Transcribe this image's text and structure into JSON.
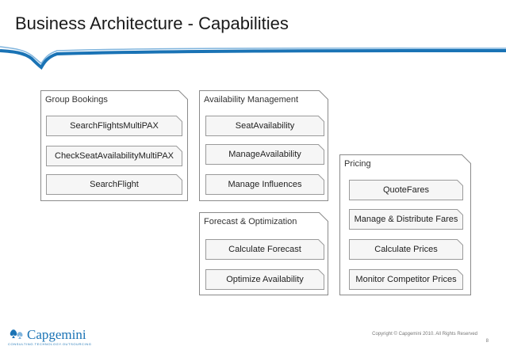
{
  "header": {
    "title": "Business Architecture - Capabilities"
  },
  "groups": [
    {
      "label": "Group Bookings",
      "caps": [
        "SearchFlightsMultiPAX",
        "CheckSeatAvailabilityMultiPAX",
        "SearchFlight"
      ]
    },
    {
      "label": "Availability Management",
      "caps": [
        "SeatAvailability",
        "ManageAvailability",
        "Manage Influences"
      ]
    },
    {
      "label": "Forecast & Optimization",
      "caps": [
        "Calculate Forecast",
        "Optimize Availability"
      ]
    },
    {
      "label": "Pricing",
      "caps": [
        "QuoteFares",
        "Manage & Distribute Fares",
        "Calculate Prices",
        "Monitor Competitor Prices"
      ]
    }
  ],
  "footer": {
    "brand": "Capgemini",
    "tagline": "CONSULTING.TECHNOLOGY.OUTSOURCING",
    "copyright": "Copyright © Capgemini 2010. All Rights Reserved",
    "page_number": "8"
  },
  "colors": {
    "accent": "#1a73b5",
    "border": "#8a8a8a",
    "cap_fill": "#f6f6f6"
  },
  "icons": {
    "logo": "capgemini-spades-icon"
  }
}
